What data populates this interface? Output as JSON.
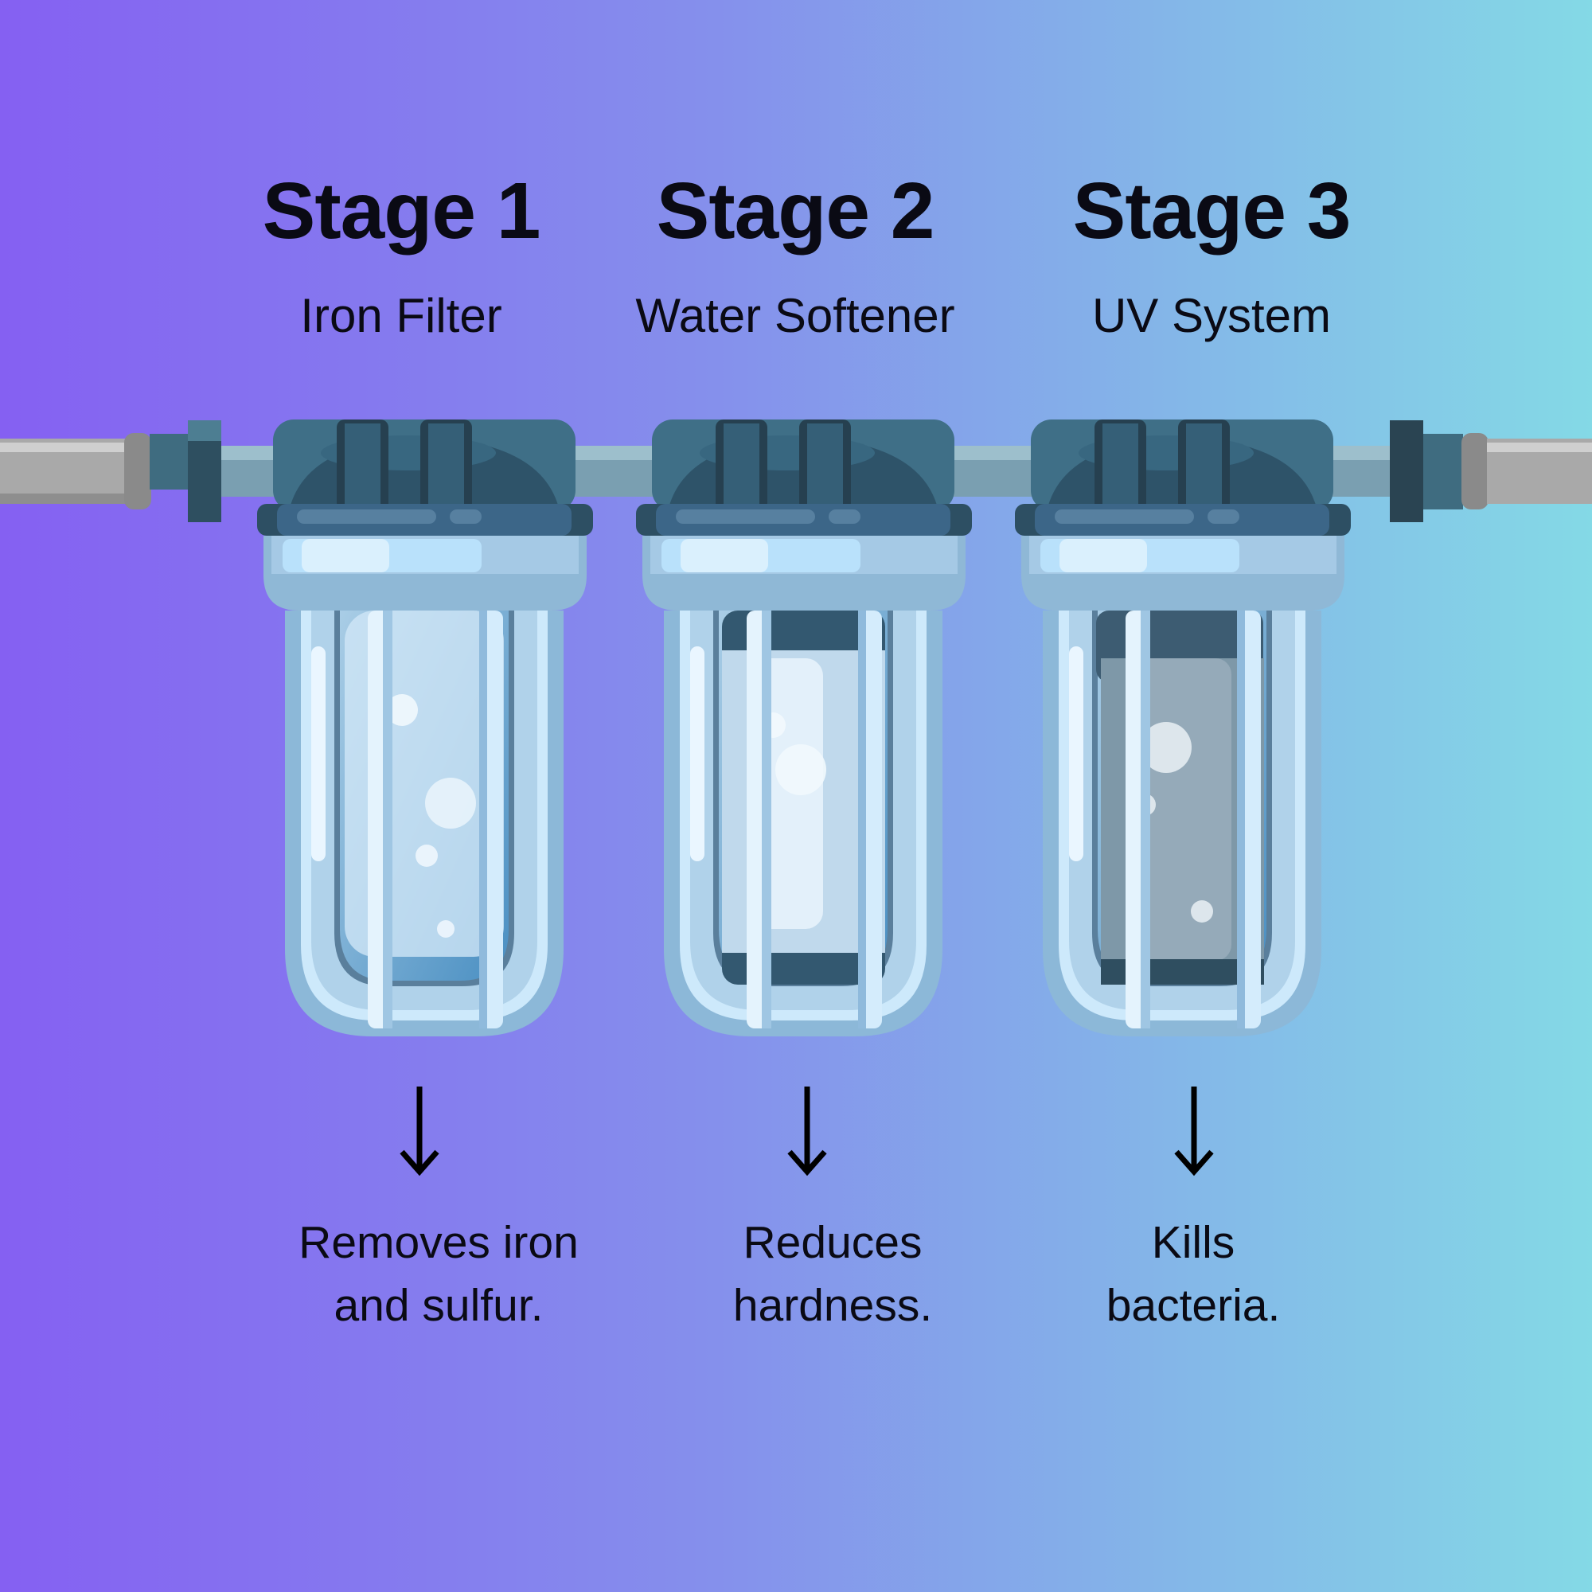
{
  "stages": [
    {
      "title": "Stage 1",
      "name": "Iron Filter",
      "description_line1": "Removes iron",
      "description_line2": "and sulfur.",
      "arrow_icon": "arrow-down-icon"
    },
    {
      "title": "Stage 2",
      "name": "Water Softener",
      "description_line1": "Reduces",
      "description_line2": "hardness.",
      "arrow_icon": "arrow-down-icon"
    },
    {
      "title": "Stage 3",
      "name": "UV System",
      "description_line1": "Kills",
      "description_line2": "bacteria.",
      "arrow_icon": "arrow-down-icon"
    }
  ],
  "colors": {
    "background_start": "#8560f2",
    "background_end": "#84d9e6",
    "cap": "#3f6f87",
    "bowl": "#8cb8d8",
    "text": "#0a0a14"
  }
}
